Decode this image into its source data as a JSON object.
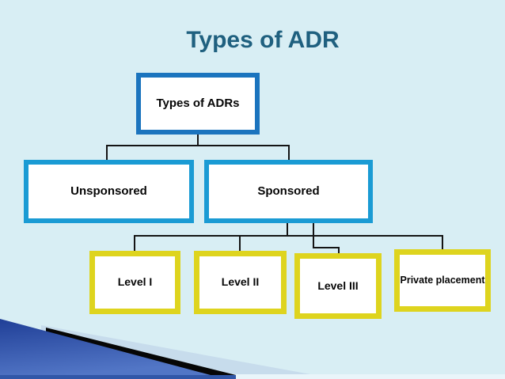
{
  "slide": {
    "title": "Types of ADR",
    "colors": {
      "background": "#D8EEF4",
      "title_text": "#1F607F"
    }
  },
  "diagram": {
    "root": {
      "label": "Types of ADRs",
      "border_color": "#1B74BE"
    },
    "children": [
      {
        "label": "Unsponsored",
        "border_color": "#1A9BD4"
      },
      {
        "label": "Sponsored",
        "border_color": "#1A9BD4"
      }
    ],
    "sponsored_children": [
      {
        "label": "Level I",
        "border_color": "#DED41E"
      },
      {
        "label": "Level II",
        "border_color": "#DED41E"
      },
      {
        "label": "Level III",
        "border_color": "#DED41E"
      },
      {
        "label": "Private placement",
        "border_color": "#DED41E"
      }
    ],
    "connector_color": "#141414",
    "node_fill": "#FFFFFF",
    "node_text_color": "#060606"
  },
  "decoration": {
    "wedge_blue_gradient_top": "#203F97",
    "wedge_blue_gradient_bottom": "#5276C6",
    "wedge_black": "#060606",
    "wedge_pale_blue": "#C7DCEC",
    "bottom_strip_blue": "#3157A8",
    "bottom_strip_pale": "#E9F5FA"
  }
}
